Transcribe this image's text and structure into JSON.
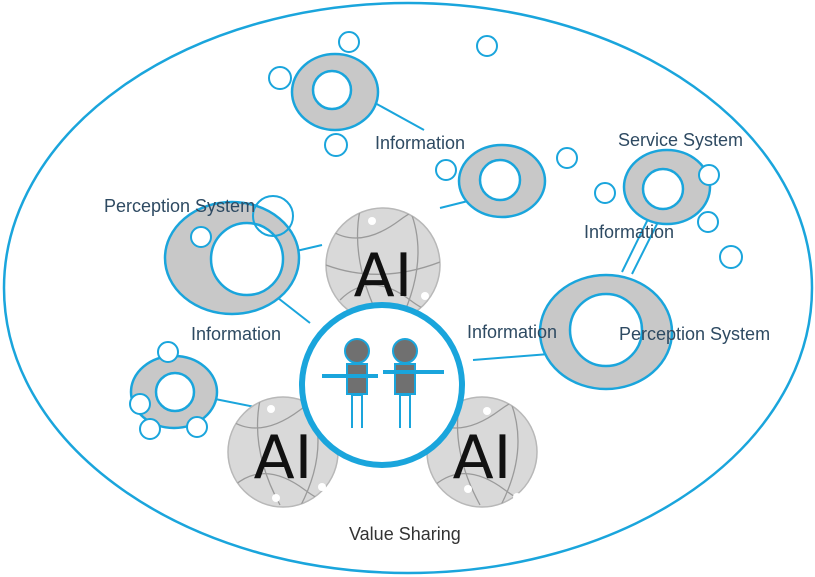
{
  "colors": {
    "accent": "#1aa5dc",
    "node_fill": "#c8c8c8",
    "label": "#2e4a62",
    "ai_globe": "#d9d9d9",
    "person": "#707070"
  },
  "labels": {
    "information_top": "Information",
    "service_system": "Service System",
    "perception_left": "Perception System",
    "information_right": "Information",
    "information_left": "Information",
    "information_center": "Information",
    "perception_right": "Perception System",
    "value_sharing": "Value Sharing"
  },
  "ai_nodes": {
    "top": "AI",
    "left": "AI",
    "right": "AI"
  },
  "icons": {
    "people": "two-people-holding-hands-icon",
    "globe": "network-globe-icon"
  }
}
